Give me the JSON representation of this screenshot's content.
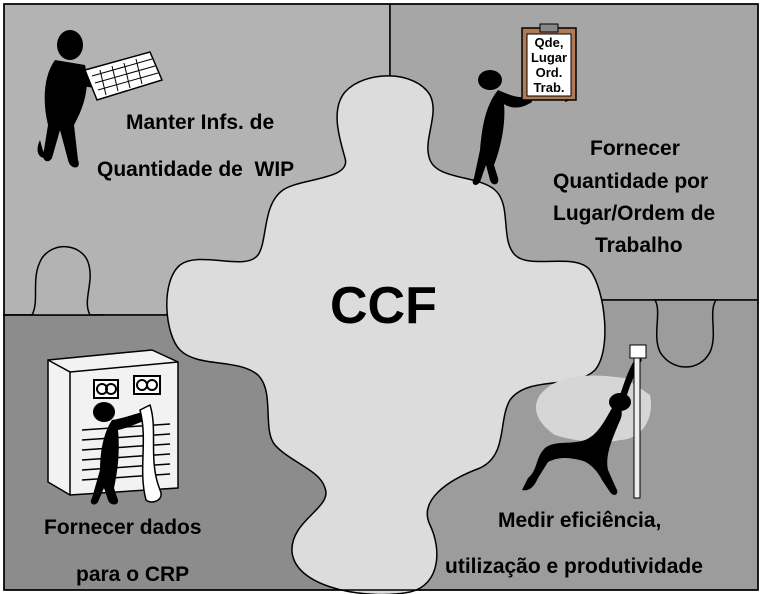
{
  "center": {
    "label": "CCF"
  },
  "quadrants": {
    "top_left": {
      "lines": [
        "Manter Infs. de",
        "Quantidade de  WIP"
      ],
      "icon": "person-with-keyboard-icon"
    },
    "top_right": {
      "lines": [
        "Fornecer",
        "Quantidade por",
        "Lugar/Ordem de",
        "Trabalho"
      ],
      "icon": "person-with-clipboard-icon",
      "clipboard_lines": [
        "Qde,",
        "Lugar",
        "Ord.",
        "Trab."
      ]
    },
    "bottom_left": {
      "lines": [
        "Fornecer dados",
        "para o CRP"
      ],
      "icon": "person-at-computer-printout-icon"
    },
    "bottom_right": {
      "lines": [
        "Medir eficiência,",
        "utilização e produtividade"
      ],
      "icon": "person-with-measuring-ruler-icon"
    }
  },
  "colors": {
    "top_left": "#b3b3b3",
    "top_right": "#a6a6a6",
    "bottom_left": "#8c8c8c",
    "bottom_right": "#9c9c9c",
    "center": "#dcdcdc",
    "outline": "#000000"
  }
}
